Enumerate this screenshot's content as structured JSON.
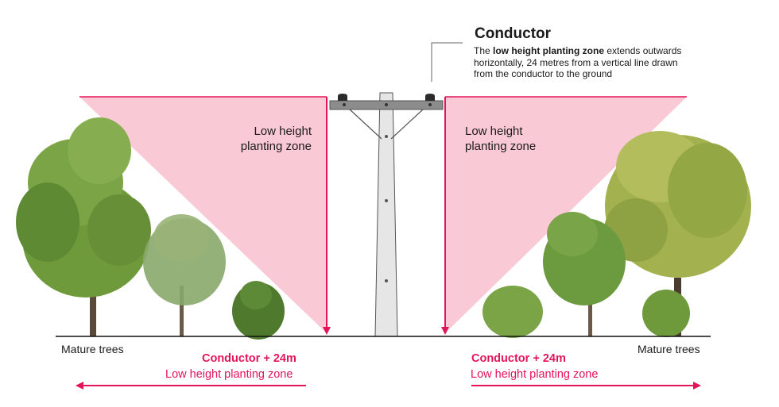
{
  "conductor": {
    "title": "Conductor",
    "desc_bold": "low height planting zone",
    "desc_line1_pre": "The ",
    "desc_line1_post": " extends outwards",
    "desc_line2": "horizontally, 24 metres from a vertical line drawn",
    "desc_line3": "from the conductor to the ground"
  },
  "zones": {
    "left_label_line1": "Low height",
    "left_label_line2": "planting zone",
    "right_label_line1": "Low height",
    "right_label_line2": "planting zone"
  },
  "ground_labels": {
    "left_trees": "Mature trees",
    "right_trees": "Mature trees",
    "left_distance": "Conductor + 24m",
    "left_zone": "Low height planting zone",
    "right_distance": "Conductor + 24m",
    "right_zone": "Low height planting zone"
  },
  "colors": {
    "accent": "#e3145a",
    "zone_fill": "#f9c9d6",
    "tree_green": "#6f9a3c",
    "tree_yellow_green": "#9fb04a",
    "pole": "#e6e6e6",
    "crossarm": "#8c8c8c"
  }
}
